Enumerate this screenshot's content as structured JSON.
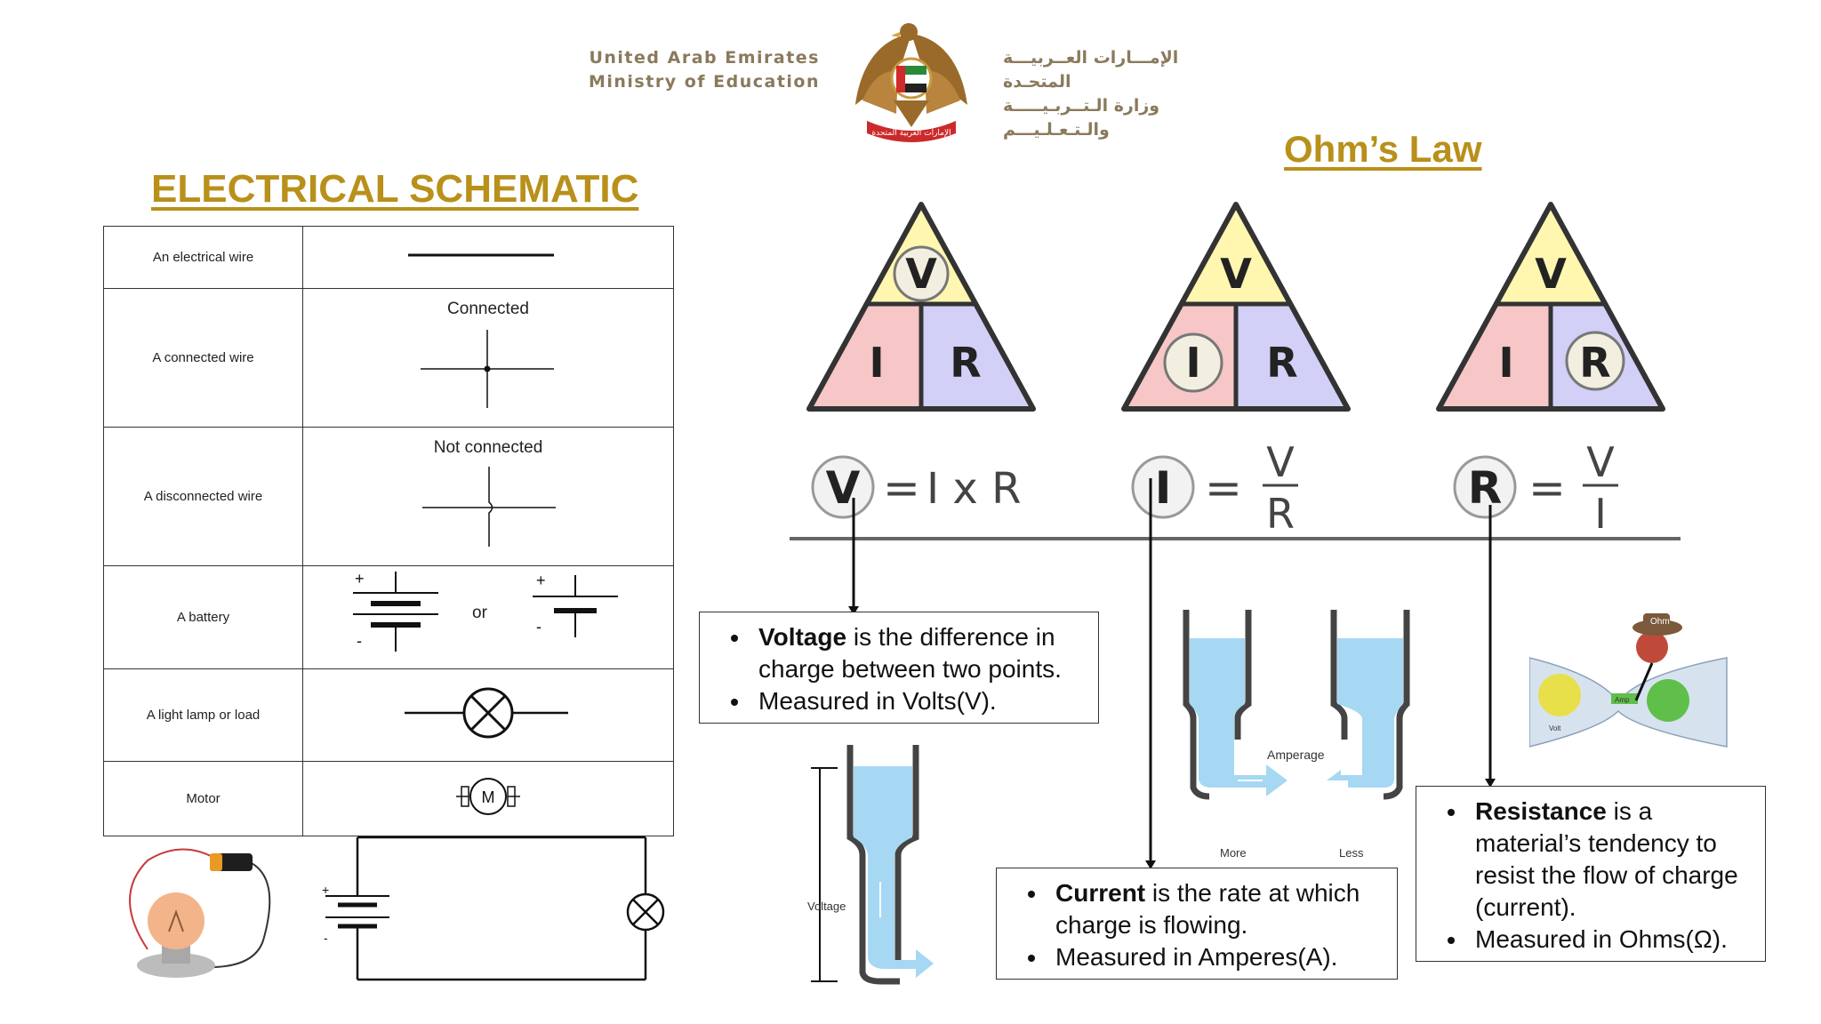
{
  "header": {
    "en_line1": "United Arab Emirates",
    "en_line2": "Ministry of Education",
    "ar_line1": "الإمـــارات العــربيـــة المتحـدة",
    "ar_line2": "وزارة الـتــربـيـــــة والـتـعـلـيـــم",
    "emblem_text": "الإمارات العربية المتحدة"
  },
  "left": {
    "title": "ELECTRICAL SCHEMATIC",
    "rows": [
      {
        "label": "An electrical wire"
      },
      {
        "label": "A connected wire",
        "caption": "Connected"
      },
      {
        "label": "A disconnected wire",
        "caption": "Not connected"
      },
      {
        "label": "A battery",
        "plus": "+",
        "minus": "-",
        "or": "or"
      },
      {
        "label": "A light lamp or load"
      },
      {
        "label": "Motor",
        "motor": "M"
      }
    ],
    "circuit_plus": "+",
    "circuit_minus": "-"
  },
  "right": {
    "title": "Ohm’s Law",
    "triangles": [
      {
        "top": "V",
        "left": "I",
        "right": "R"
      },
      {
        "top": "V",
        "left": "I",
        "right": "R"
      },
      {
        "top": "V",
        "left": "I",
        "right": "R"
      }
    ],
    "formulas": [
      {
        "subject": "V",
        "eq": "=",
        "rhs": "I x R"
      },
      {
        "subject": "I",
        "eq": "=",
        "num": "V",
        "den": "R"
      },
      {
        "subject": "R",
        "eq": "=",
        "num": "V",
        "den": "I"
      }
    ],
    "voltage_box": {
      "term": "Voltage",
      "line1_rest": " is the difference in charge between two points.",
      "line2": "Measured in Volts(V)."
    },
    "current_box": {
      "term": "Current",
      "line1_rest": " is the rate at which charge is flowing.",
      "line2": "Measured in Amperes(A)."
    },
    "resistance_box": {
      "term": "Resistance",
      "line1_rest": " is a material’s tendency to resist the flow of charge (current).",
      "line2": "Measured in Ohms(Ω)."
    },
    "voltage_label": "Voltage",
    "amperage_label": "Amperage",
    "more_label": "More",
    "less_label": "Less",
    "cartoon_labels": {
      "hat": "Ohm",
      "left": "Volt",
      "middle": "Amp"
    }
  },
  "colors": {
    "title_gold": "#b8901a",
    "tri_yellow": "#fff6b0",
    "tri_pink": "#f7c6c6",
    "tri_lavender": "#d2d0f7",
    "water_blue": "#a6d8f3"
  }
}
